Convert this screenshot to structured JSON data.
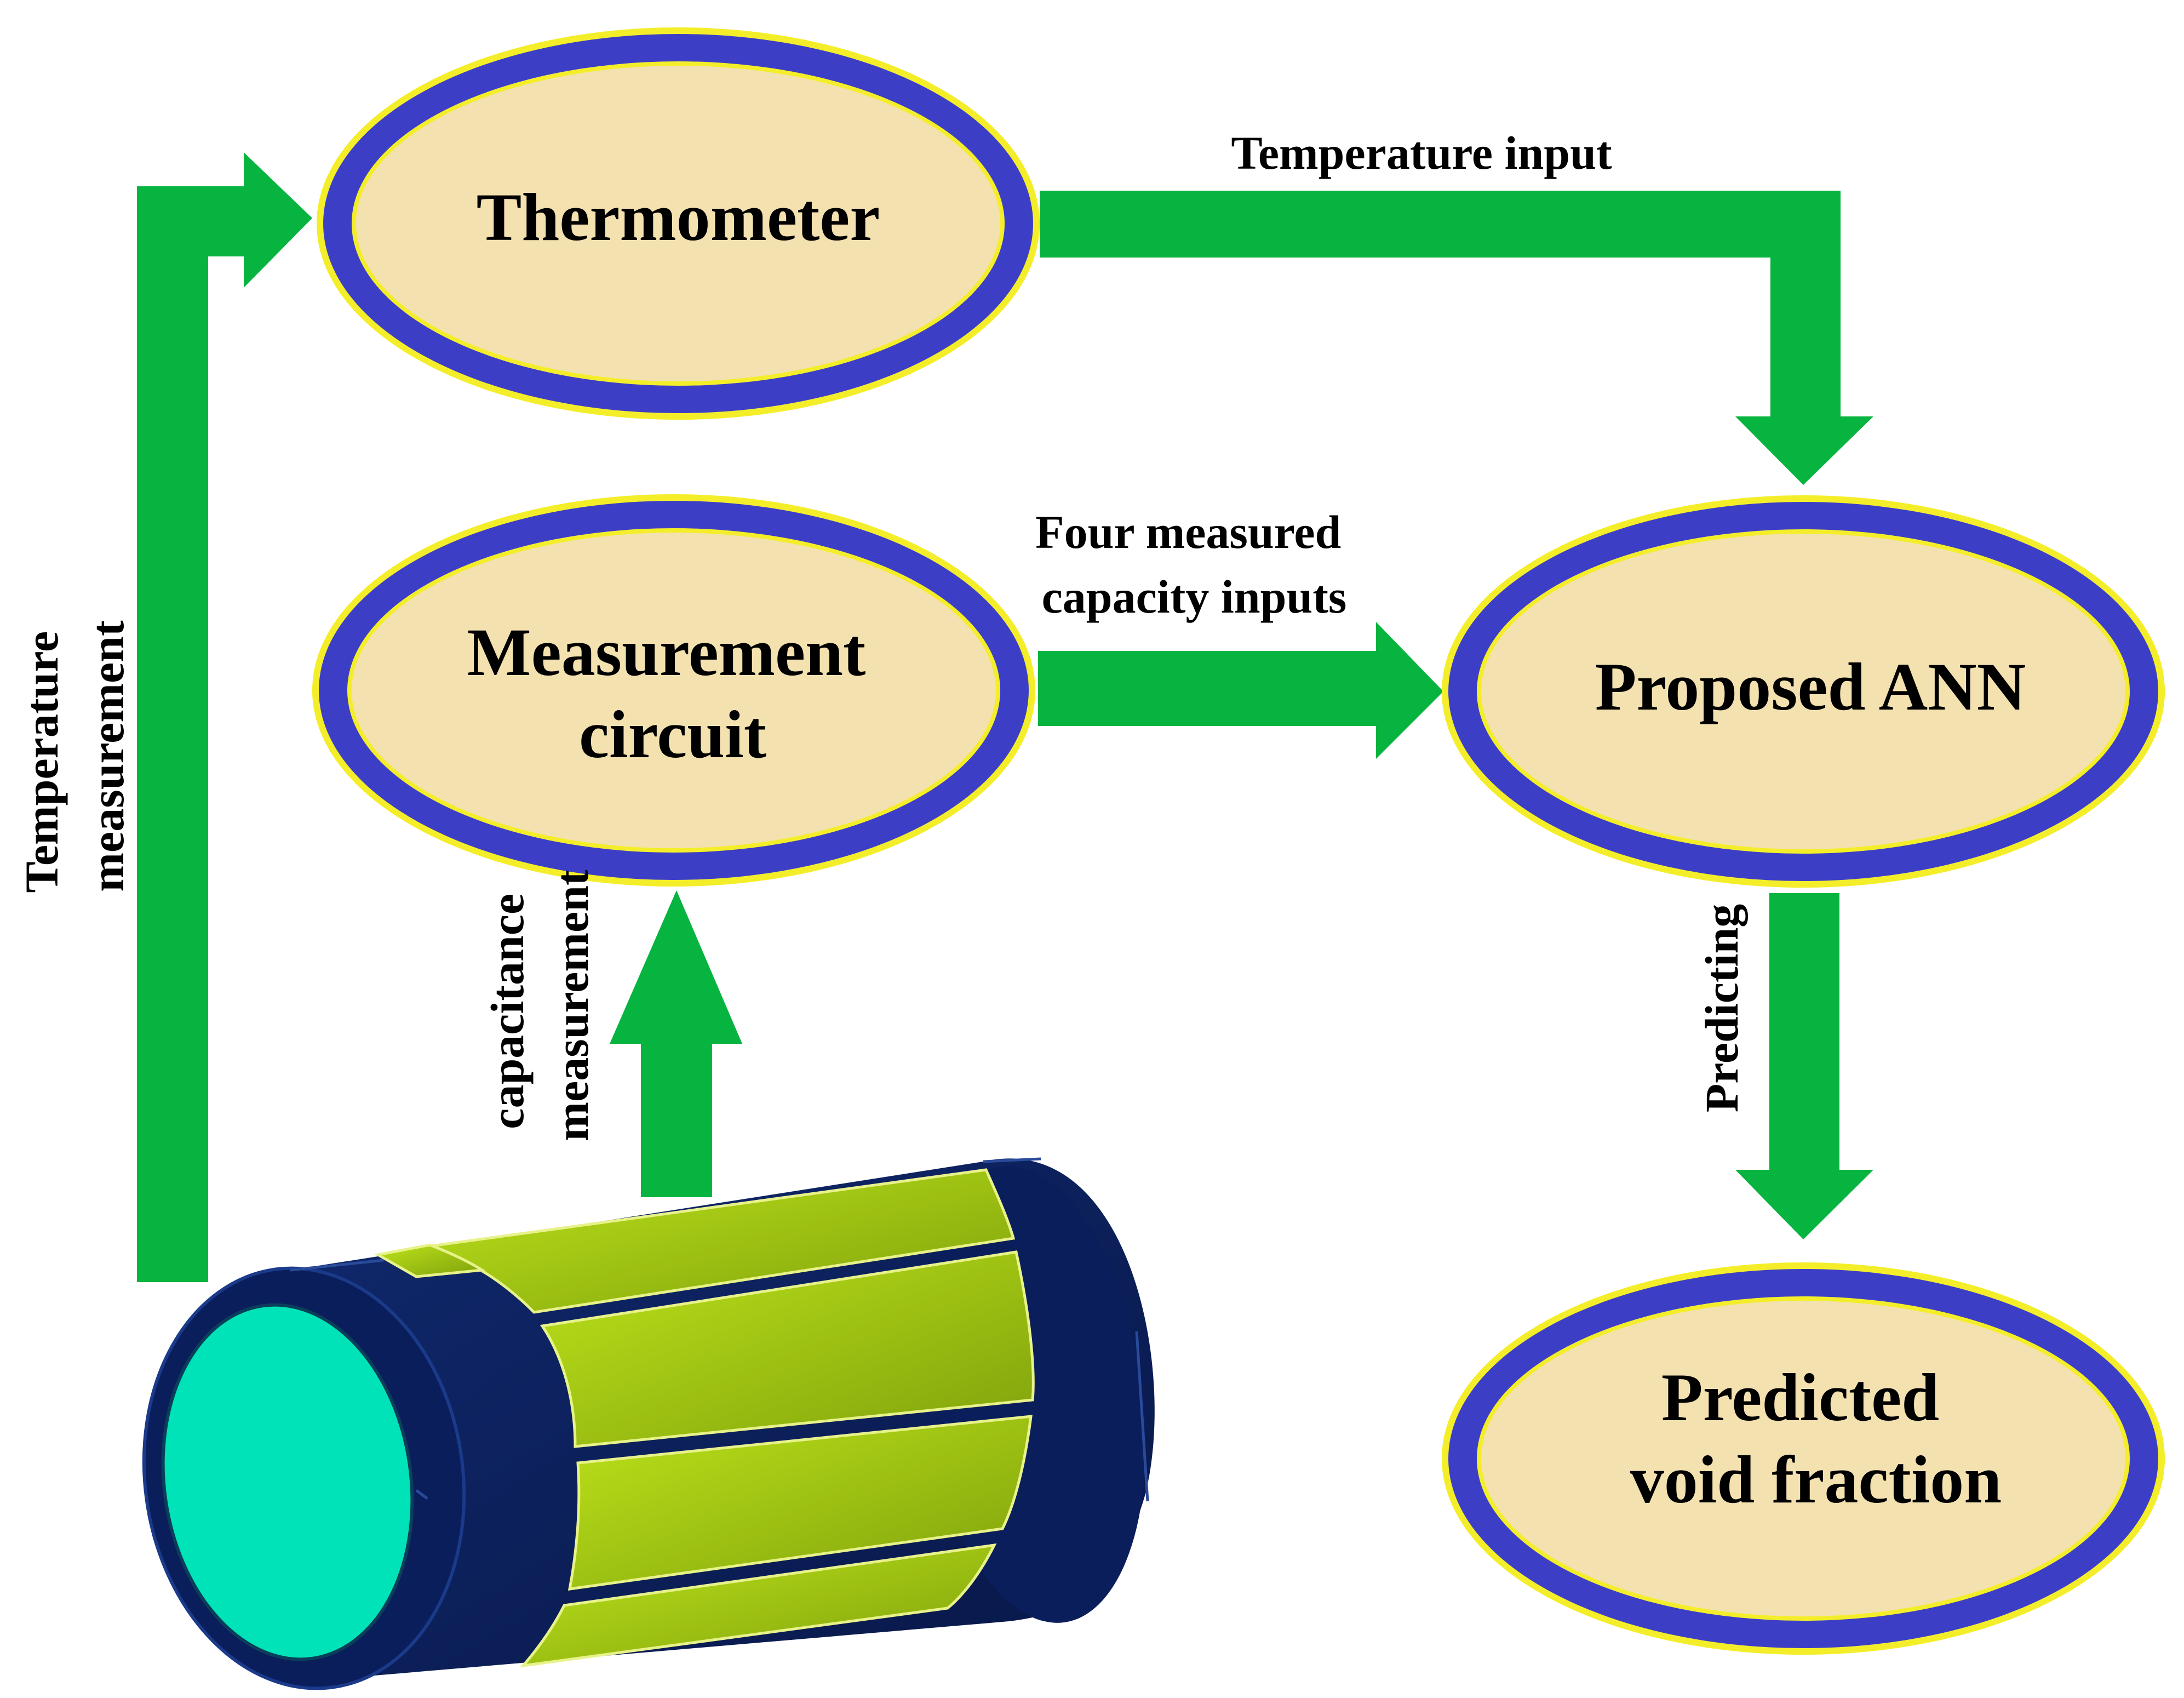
{
  "nodes": {
    "thermometer": {
      "lines": [
        "Thermometer"
      ]
    },
    "measurement_circuit": {
      "lines": [
        "Measurement",
        "circuit"
      ]
    },
    "proposed_ann": {
      "lines": [
        "Proposed ANN"
      ]
    },
    "predicted_void_fraction": {
      "lines": [
        "Predicted",
        "void fraction"
      ]
    }
  },
  "edges": {
    "temperature_input": {
      "lines": [
        "Temperature input"
      ]
    },
    "capacity_inputs": {
      "lines": [
        "Four measured",
        "capacity inputs"
      ]
    },
    "temperature_measurement": {
      "lines": [
        "Temperature",
        "measurement"
      ]
    },
    "capacitance_measurement": {
      "lines": [
        "capacitance",
        "measurement"
      ]
    },
    "predicting": {
      "lines": [
        "Predicting"
      ]
    }
  },
  "colors": {
    "arrow": "#07b43f",
    "ellipse_fill": "#f3e1b0",
    "ellipse_ring": "#3c3fc6",
    "ellipse_outline": "#f4ee2a",
    "sensor_body": "#0b1e5c",
    "sensor_face": "#00e3b8",
    "electrode": "#a3cc12"
  }
}
